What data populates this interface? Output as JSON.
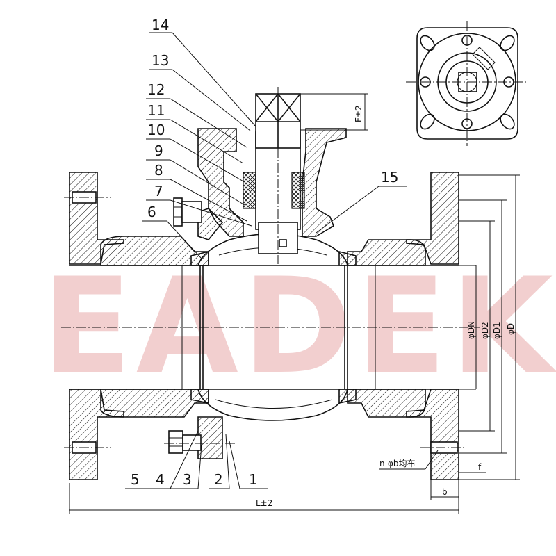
{
  "watermark": {
    "text": "EADEK",
    "color_primary": "#e8a8a8",
    "color_secondary": "#a8b8e0"
  },
  "parts": [
    {
      "id": "1",
      "label": "1"
    },
    {
      "id": "2",
      "label": "2"
    },
    {
      "id": "3",
      "label": "3"
    },
    {
      "id": "4",
      "label": "4"
    },
    {
      "id": "5",
      "label": "5"
    },
    {
      "id": "6",
      "label": "6"
    },
    {
      "id": "7",
      "label": "7"
    },
    {
      "id": "8",
      "label": "8"
    },
    {
      "id": "9",
      "label": "9"
    },
    {
      "id": "10",
      "label": "10"
    },
    {
      "id": "11",
      "label": "11"
    },
    {
      "id": "12",
      "label": "12"
    },
    {
      "id": "13",
      "label": "13"
    },
    {
      "id": "14",
      "label": "14"
    },
    {
      "id": "15",
      "label": "15"
    }
  ],
  "dimensions": {
    "length": "L±2",
    "stem_height": "F±2",
    "dn": "φDN",
    "d2": "φD2",
    "d1": "φD1",
    "d": "φD",
    "bolt_holes": "n-φb均布",
    "flange_f": "f",
    "flange_b": "b"
  }
}
